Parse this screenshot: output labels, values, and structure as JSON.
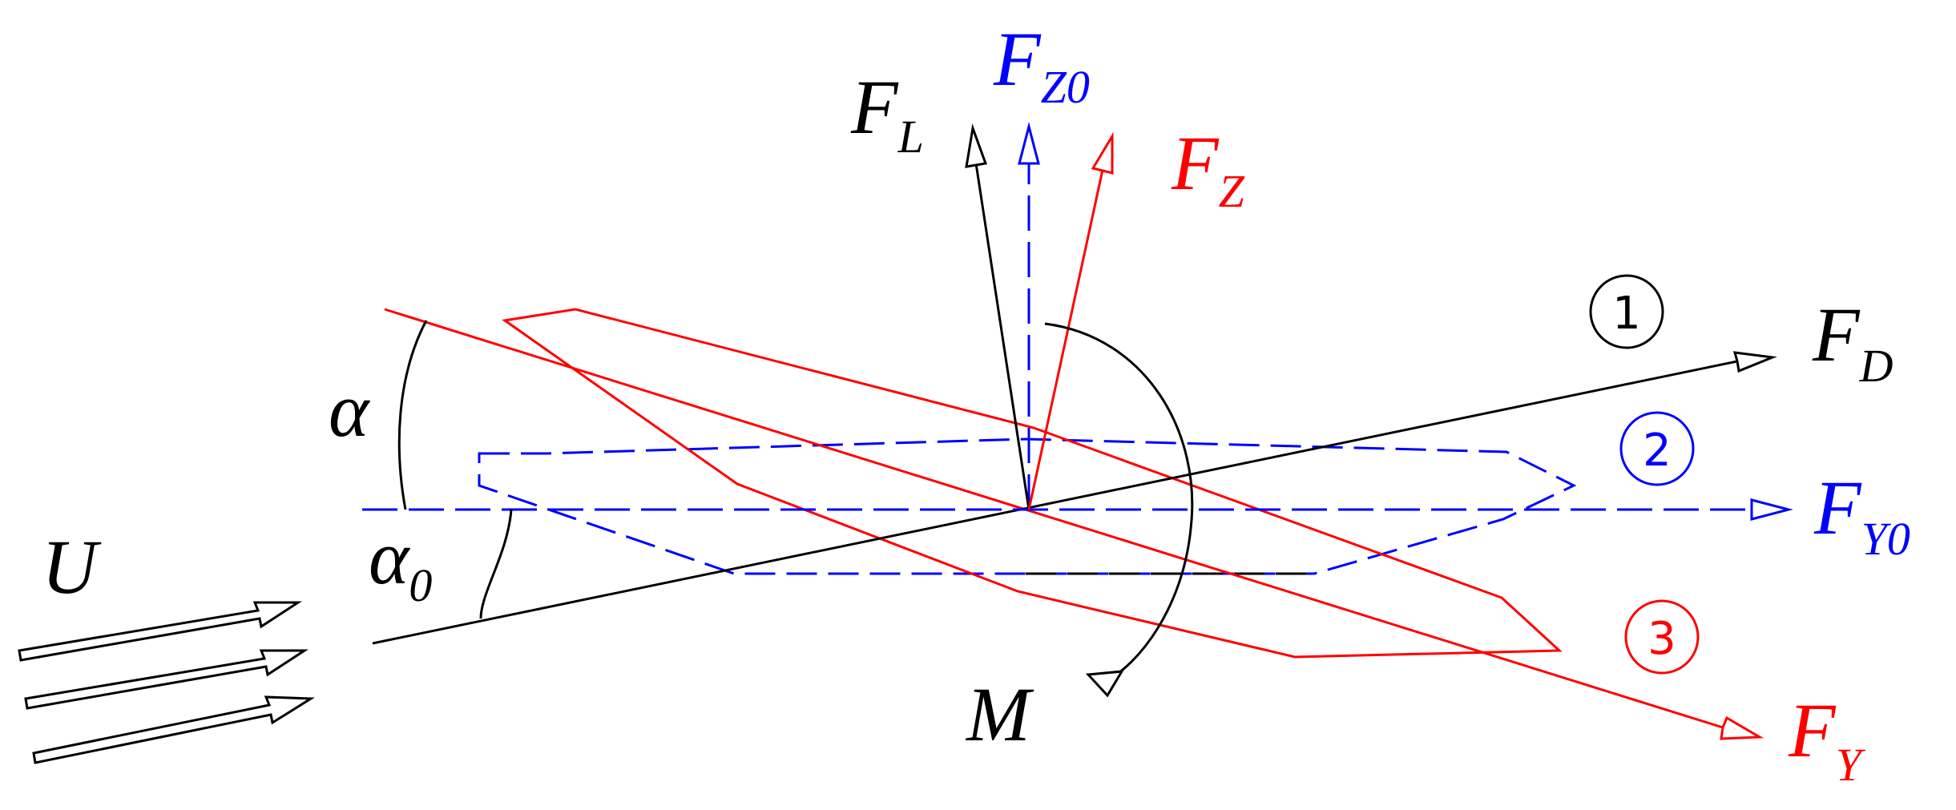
{
  "colors": {
    "black": "#000000",
    "blue": "#0000ff",
    "red": "#ff0000"
  },
  "labels": {
    "F_Z0": {
      "main": "F",
      "sub": "Z0"
    },
    "F_L": {
      "main": "F",
      "sub": "L"
    },
    "F_Z": {
      "main": "F",
      "sub": "Z"
    },
    "F_D": {
      "main": "F",
      "sub": "D"
    },
    "F_Y0": {
      "main": "F",
      "sub": "Y0"
    },
    "F_Y": {
      "main": "F",
      "sub": "Y"
    },
    "alpha": "α",
    "alpha0": {
      "main": "α",
      "sub": "0"
    },
    "U": "U",
    "M": "M"
  },
  "circled": {
    "one": "1",
    "two": "2",
    "three": "3"
  }
}
